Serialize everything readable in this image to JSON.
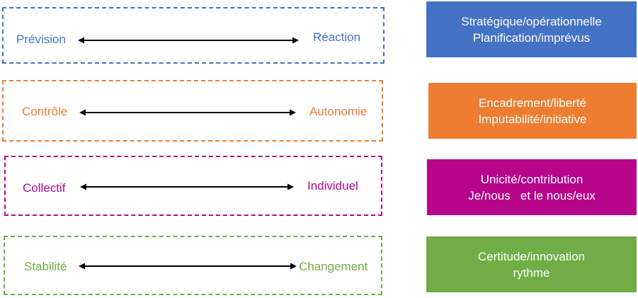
{
  "rows": [
    {
      "left_label": "Prévision",
      "right_label": "Réaction",
      "color": "#4472C4",
      "box_lines": [
        "Stratégique/opérationnelle",
        "Planification/imprévus"
      ]
    },
    {
      "left_label": "Contrôle",
      "right_label": "Autonomie",
      "color": "#ED7D31",
      "box_lines": [
        "Encadrement/liberté",
        "Imputabilité/initiative"
      ]
    },
    {
      "left_label": "Collectif",
      "right_label": "Individuel",
      "color": "#B7058C",
      "box_lines": [
        "Unicité/contribution",
        "Je/nous   et le nous/eux"
      ]
    },
    {
      "left_label": "Stabilité",
      "right_label": "Changement",
      "color": "#70AD47",
      "box_lines": [
        "Certitude/innovation",
        "rythme"
      ]
    }
  ]
}
